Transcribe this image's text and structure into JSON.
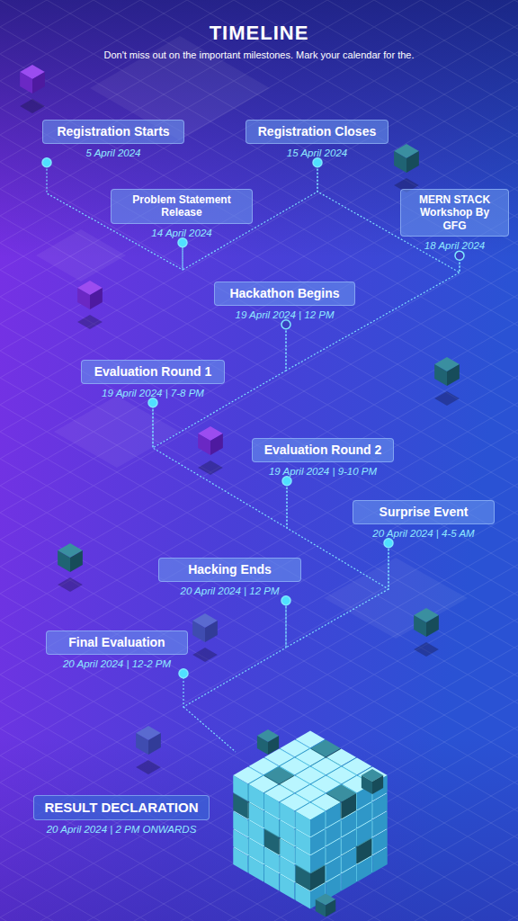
{
  "diagram": {
    "title": "TIMELINE",
    "nodes": [
      {
        "text": [
          "Registration Starts",
          "5 April 2024"
        ]
      },
      {
        "text": [
          "Registration Closes",
          "15 April 2024"
        ]
      },
      {
        "text": [
          "Problem Statement Release",
          "14 April 2024"
        ]
      },
      {
        "text": [
          "MERN STACK Workshop By GFG",
          "18 April 2024"
        ]
      },
      {
        "text": [
          "Hackathon Begins",
          "19 April 2024 | 12 PM"
        ]
      },
      {
        "text": [
          "Evaluation Round 1",
          "19 April 2024 | 7-8 PM"
        ]
      },
      {
        "text": [
          "Evaluation Round 2",
          "19 April 2024 | 9-10 PM"
        ]
      },
      {
        "text": [
          "Surprise Event",
          "20 April 2024 | 4-5 AM"
        ]
      },
      {
        "text": [
          "Hacking Ends",
          "20 April 2024 | 12 PM"
        ]
      },
      {
        "text": [
          "Final Evaluation",
          "20 April 2024 | 12-2 PM"
        ]
      },
      {
        "text": [
          "RESULT DECLARATION",
          "20 April 2024 | 2 PM ONWARDS"
        ]
      }
    ],
    "edges": [
      {
        "from": 0,
        "to": 2,
        "arrow": "none"
      },
      {
        "from": 1,
        "to": 2,
        "arrow": "none"
      },
      {
        "from": 1,
        "to": 3,
        "arrow": "none"
      },
      {
        "from": 3,
        "to": 4,
        "arrow": "none"
      },
      {
        "from": 4,
        "to": 5,
        "arrow": "none"
      },
      {
        "from": 5,
        "to": 6,
        "arrow": "none"
      },
      {
        "from": 6,
        "to": 7,
        "arrow": "none"
      },
      {
        "from": 7,
        "to": 8,
        "arrow": "none"
      },
      {
        "from": 8,
        "to": 9,
        "arrow": "none"
      }
    ],
    "labels": [
      "Don't miss out on the important milestones. Mark your calendar for the."
    ]
  }
}
